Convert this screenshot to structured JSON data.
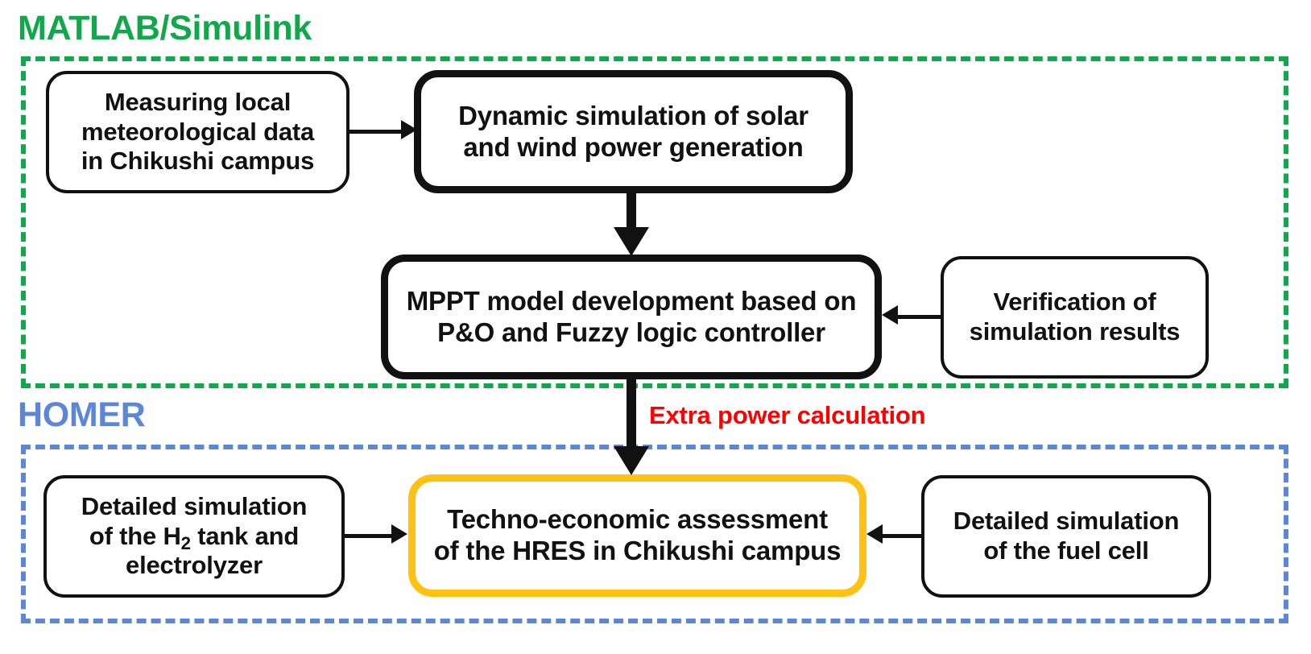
{
  "diagram": {
    "title_groups": [
      {
        "id": "matlab",
        "label": "MATLAB/Simulink",
        "color": "#11A84C"
      },
      {
        "id": "homer",
        "label": "HOMER",
        "color": "#5B87D6"
      }
    ],
    "nodes": {
      "meteo": {
        "line1": "Measuring local",
        "line2": "meteorological data",
        "line3": "in Chikushi campus",
        "style": "thin-black"
      },
      "dynamic": {
        "line1": "Dynamic simulation of solar",
        "line2": "and wind power generation",
        "style": "thick-black"
      },
      "mppt": {
        "line1": "MPPT model development based on",
        "line2": "P&O and Fuzzy logic controller",
        "style": "thick-black"
      },
      "verify": {
        "line1": "Verification of",
        "line2": "simulation results",
        "style": "thin-black"
      },
      "h2": {
        "line1": "Detailed simulation",
        "line2_pre": "of the H",
        "line2_sub": "2",
        "line2_post": " tank and",
        "line3": "electrolyzer",
        "style": "thin-black"
      },
      "techno": {
        "line1": "Techno-economic assessment",
        "line2": "of the HRES in Chikushi campus",
        "style": "thick-yellow"
      },
      "fuel": {
        "line1": "Detailed simulation",
        "line2": "of the fuel cell",
        "style": "thin-black"
      }
    },
    "annotations": {
      "extra_power": "Extra power calculation"
    },
    "colors": {
      "matlab_green": "#11A84C",
      "homer_blue": "#5B87D6",
      "accent_yellow": "#FFC113",
      "annotation_red": "#FF0000",
      "outline_black": "#111111",
      "background": "#FFFFFF"
    }
  }
}
